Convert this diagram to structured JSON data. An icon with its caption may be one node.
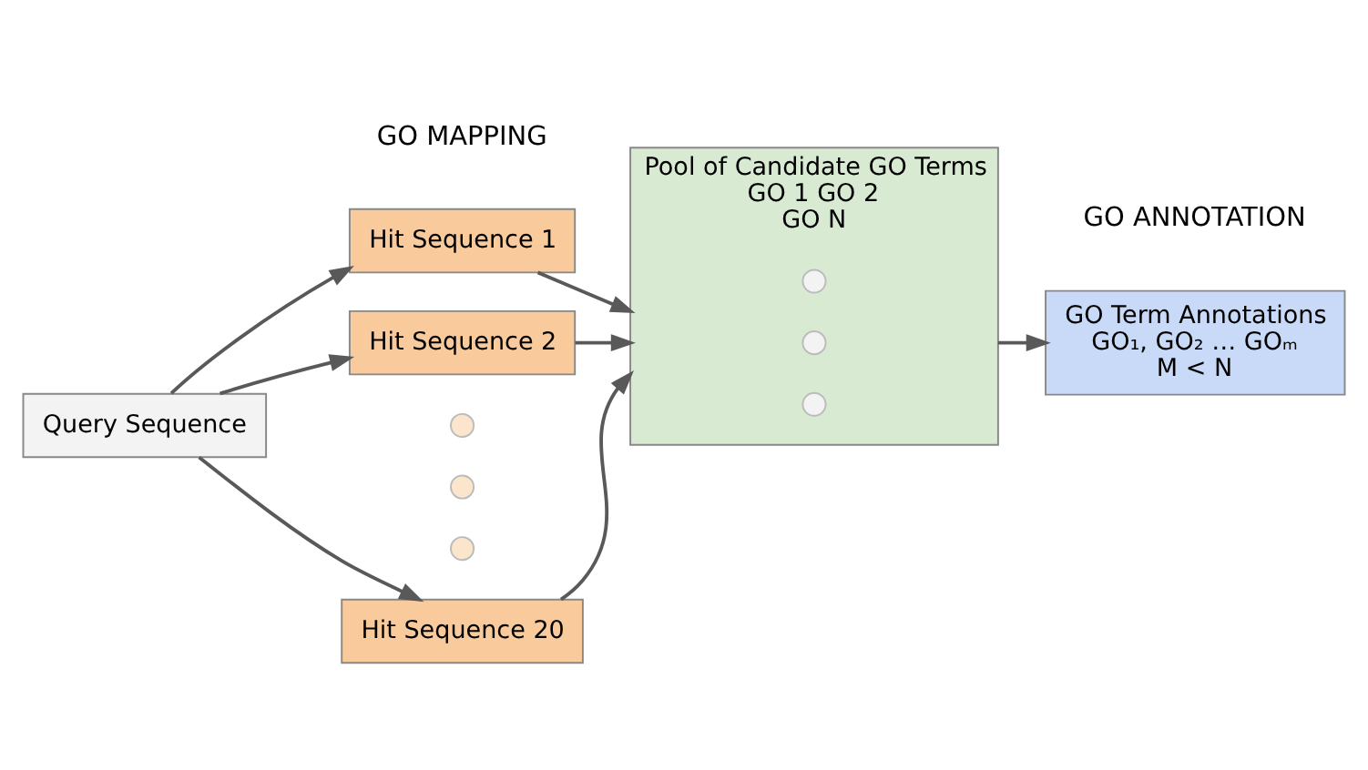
{
  "diagram": {
    "nodes": [
      {
        "text": [
          "Query Sequence"
        ]
      },
      {
        "text": [
          "Hit Sequence 1"
        ]
      },
      {
        "text": [
          "Hit Sequence 2"
        ]
      },
      {
        "text": [],
        "shape": "circle"
      },
      {
        "text": [],
        "shape": "circle"
      },
      {
        "text": [],
        "shape": "circle"
      },
      {
        "text": [
          "Hit Sequence 20"
        ]
      },
      {
        "text": [
          "Pool of Candidate GO Terms",
          "GO 1 GO 2",
          "GO N"
        ]
      },
      {
        "text": [],
        "shape": "circle",
        "in": 7
      },
      {
        "text": [],
        "shape": "circle",
        "in": 7
      },
      {
        "text": [],
        "shape": "circle",
        "in": 7
      },
      {
        "text": [
          "GO Term Annotations",
          "GO₁, GO₂ … GOₘ",
          "M < N"
        ]
      }
    ],
    "edges": [
      {
        "from": 0,
        "to": 1,
        "arrow": "to"
      },
      {
        "from": 0,
        "to": 2,
        "arrow": "to"
      },
      {
        "from": 0,
        "to": 6,
        "arrow": "to"
      },
      {
        "from": 1,
        "to": 7,
        "arrow": "to"
      },
      {
        "from": 2,
        "to": 7,
        "arrow": "to"
      },
      {
        "from": 6,
        "to": 7,
        "arrow": "to"
      },
      {
        "from": 7,
        "to": 11,
        "arrow": "to"
      }
    ],
    "labels": [
      "GO MAPPING",
      "GO ANNOTATION"
    ]
  }
}
